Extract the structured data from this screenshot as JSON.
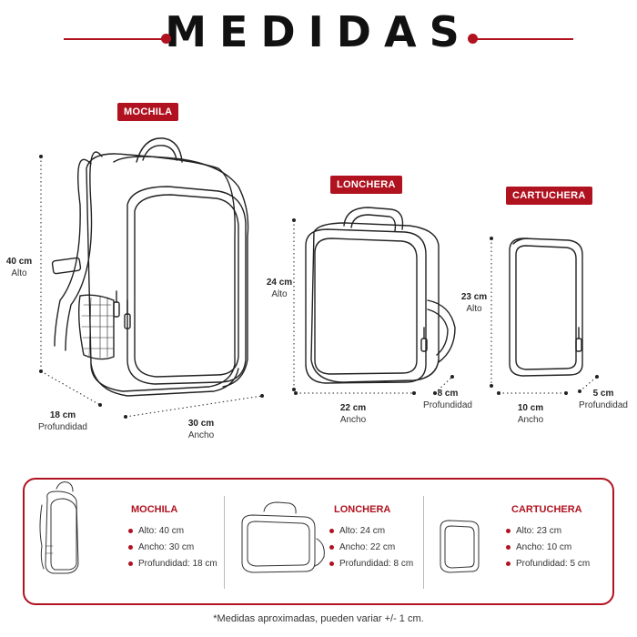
{
  "title": "MEDIDAS",
  "colors": {
    "accent": "#b0121f",
    "line": "#222222"
  },
  "products": {
    "mochila": {
      "tag": "MOCHILA",
      "alto_value": "40 cm",
      "alto_label": "Alto",
      "prof_value": "18 cm",
      "prof_label": "Profundidad",
      "ancho_value": "30 cm",
      "ancho_label": "Ancho"
    },
    "lonchera": {
      "tag": "LONCHERA",
      "alto_value": "24 cm",
      "alto_label": "Alto",
      "ancho_value": "22 cm",
      "ancho_label": "Ancho",
      "prof_value": "8 cm",
      "prof_label": "Profundidad"
    },
    "cartuchera": {
      "tag": "CARTUCHERA",
      "alto_value": "23 cm",
      "alto_label": "Alto",
      "ancho_value": "10 cm",
      "ancho_label": "Ancho",
      "prof_value": "5 cm",
      "prof_label": "Profundidad"
    }
  },
  "summary": [
    {
      "title": "MOCHILA",
      "specs": [
        "Alto: 40 cm",
        "Ancho: 30 cm",
        "Profundidad: 18 cm"
      ]
    },
    {
      "title": "LONCHERA",
      "specs": [
        "Alto: 24 cm",
        "Ancho: 22 cm",
        "Profundidad: 8 cm"
      ]
    },
    {
      "title": "CARTUCHERA",
      "specs": [
        "Alto: 23 cm",
        "Ancho: 10 cm",
        "Profundidad: 5 cm"
      ]
    }
  ],
  "footnote": "*Medidas aproximadas, pueden variar +/- 1 cm."
}
